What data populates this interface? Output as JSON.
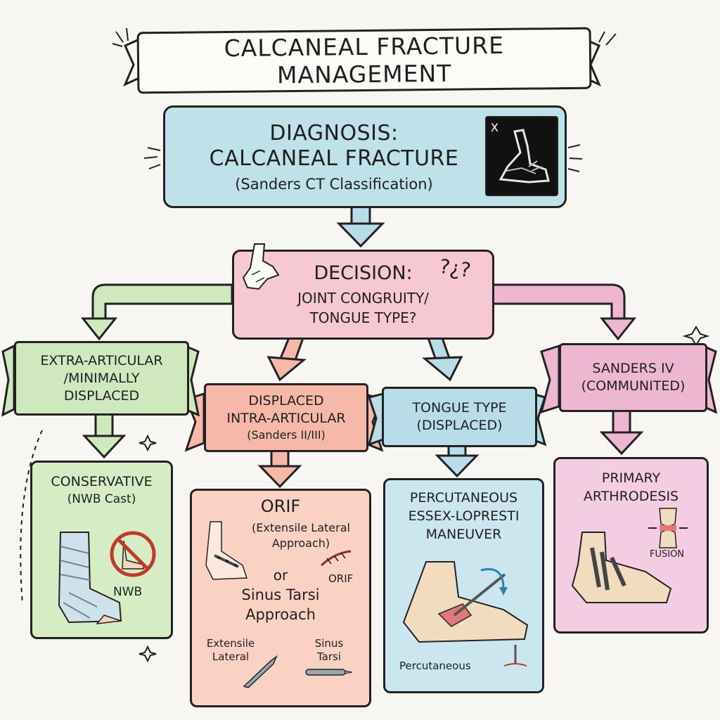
{
  "title": "CALCANEAL FRACTURE MANAGEMENT",
  "diagnosis": {
    "line1": "DIAGNOSIS:",
    "line2": "CALCANEAL FRACTURE",
    "subtitle": "(Sanders CT Classification)",
    "xray_label": "X"
  },
  "decision": {
    "title": "DECISION:",
    "question_line1": "JOINT CONGRUITY/",
    "question_line2": "TONGUE TYPE?",
    "marks": "?¿?"
  },
  "branches": [
    {
      "line1": "EXTRA-ARTICULAR",
      "line2": "/MINIMALLY",
      "line3": "DISPLACED"
    },
    {
      "line1": "DISPLACED",
      "line2": "INTRA-ARTICULAR",
      "line3": "(Sanders II/III)"
    },
    {
      "line1": "TONGUE TYPE",
      "line2": "(DISPLACED)"
    },
    {
      "line1": "SANDERS IV",
      "line2": "(COMMUNITED)"
    }
  ],
  "treatments": {
    "conservative": {
      "title": "CONSERVATIVE",
      "subtitle": "(NWB Cast)",
      "label": "NWB"
    },
    "orif": {
      "title": "ORIF",
      "line1": "(Extensile Lateral",
      "line2": "Approach)",
      "or": "or",
      "line3": "Sinus Tarsi",
      "line4": "Approach",
      "side_label": "ORIF",
      "left_label_1": "Extensile",
      "left_label_2": "Lateral",
      "right_label_1": "Sinus",
      "right_label_2": "Tarsi"
    },
    "percutaneous": {
      "line1": "PERCUTANEOUS",
      "line2": "ESSEX-LOPRESTI",
      "line3": "MANEUVER",
      "label": "Percutaneous"
    },
    "arthrodesis": {
      "line1": "PRIMARY",
      "line2": "ARTHRODESIS",
      "label": "FUSION"
    }
  },
  "colors": {
    "diagnosis": "#bfe2ea",
    "decision": "#f5c8d4",
    "green": "#cfe8bd",
    "salmon": "#f6b9a9",
    "blue": "#b8dde8",
    "pink": "#eeb7d1"
  }
}
